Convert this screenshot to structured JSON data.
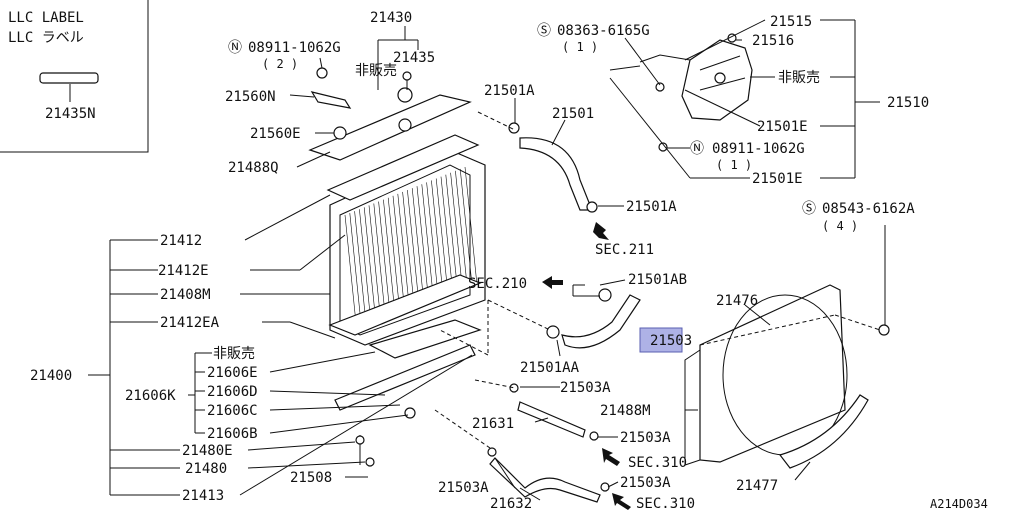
{
  "inset": {
    "title1": "LLC LABEL",
    "title2": "LLC ラベル",
    "part": "21435N"
  },
  "labels": {
    "l21430": "21430",
    "l21435": "21435",
    "hanbai1": "非販売",
    "n08911a": "08911-1062G",
    "n08911a_qty": "( 2 )",
    "l21560N": "21560N",
    "l21560E": "21560E",
    "l21488Q": "21488Q",
    "l21501A_top": "21501A",
    "l21501": "21501",
    "l21501A_mid": "21501A",
    "sec211": "SEC.211",
    "s08363": "08363-6165G",
    "s08363_qty": "( 1 )",
    "l21515": "21515",
    "l21516": "21516",
    "hanbai2": "非販売",
    "l21510": "21510",
    "l21501E_a": "21501E",
    "n08911b": "08911-1062G",
    "n08911b_qty": "( 1 )",
    "l21501E_b": "21501E",
    "s08543": "08543-6162A",
    "s08543_qty": "( 4 )",
    "l21412": "21412",
    "l21412E": "21412E",
    "l21408M": "21408M",
    "l21412EA": "21412EA",
    "l21400": "21400",
    "hanbai3": "非販売",
    "l21606E": "21606E",
    "l21606K": "21606K",
    "l21606D": "21606D",
    "l21606C": "21606C",
    "l21606B": "21606B",
    "l21480E": "21480E",
    "l21480": "21480",
    "l21413": "21413",
    "l21508": "21508",
    "sec210": "SEC.210",
    "l21501AB": "21501AB",
    "l21503_hl": "21503",
    "l21501AA": "21501AA",
    "l21503A_a": "21503A",
    "l21631": "21631",
    "l21503A_b": "21503A",
    "sec310_a": "SEC.310",
    "l21503A_c": "21503A",
    "l21632": "21632",
    "l21503A_d": "21503A",
    "sec310_b": "SEC.310",
    "l21476": "21476",
    "l21488M": "21488M",
    "l21477": "21477",
    "ref": "A214D034"
  }
}
